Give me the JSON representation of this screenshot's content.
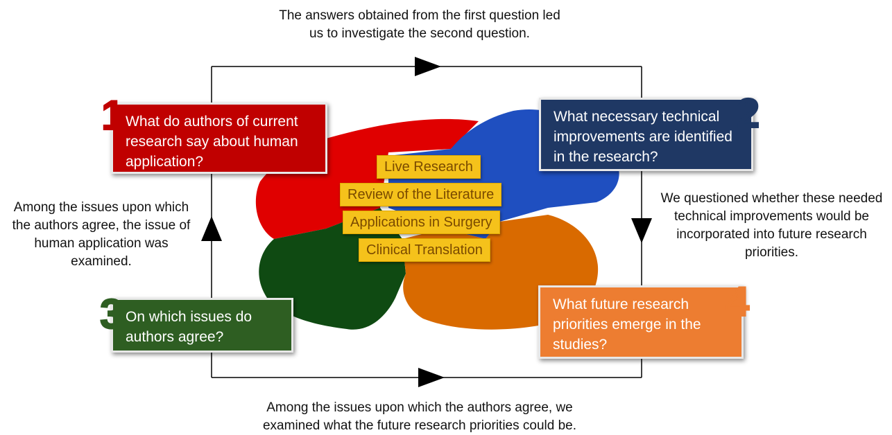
{
  "captions": {
    "top": "The answers obtained from the first question led us to investigate the second question.",
    "left": "Among the issues upon which the authors agree, the issue of human application was examined.",
    "right": "We questioned whether these needed technical improvements would be incorporated into future research priorities.",
    "bottom": "Among the issues upon which the authors agree, we examined what the future research priorities could be."
  },
  "questions": [
    {
      "number": "1",
      "text": "What do authors of current research say about human application?",
      "color": "#c00000"
    },
    {
      "number": "2",
      "text": "What necessary technical improvements are identified in the research?",
      "color": "#1f3864"
    },
    {
      "number": "3",
      "text": "On which issues do authors agree?",
      "color": "#2e5e22"
    },
    {
      "number": "4",
      "text": "What future research priorities emerge in the studies?",
      "color": "#ed7d31"
    }
  ],
  "center_labels": [
    "Live Research",
    "Review of the Literature",
    "Applications in Surgery",
    "Clinical Translation"
  ],
  "colors": {
    "red_blob": "#e00000",
    "blue_blob": "#1f4fc0",
    "green_blob": "#0f4a12",
    "orange_blob": "#d96a00",
    "label_bg": "#f5c21b",
    "label_text": "#7a4a00"
  }
}
